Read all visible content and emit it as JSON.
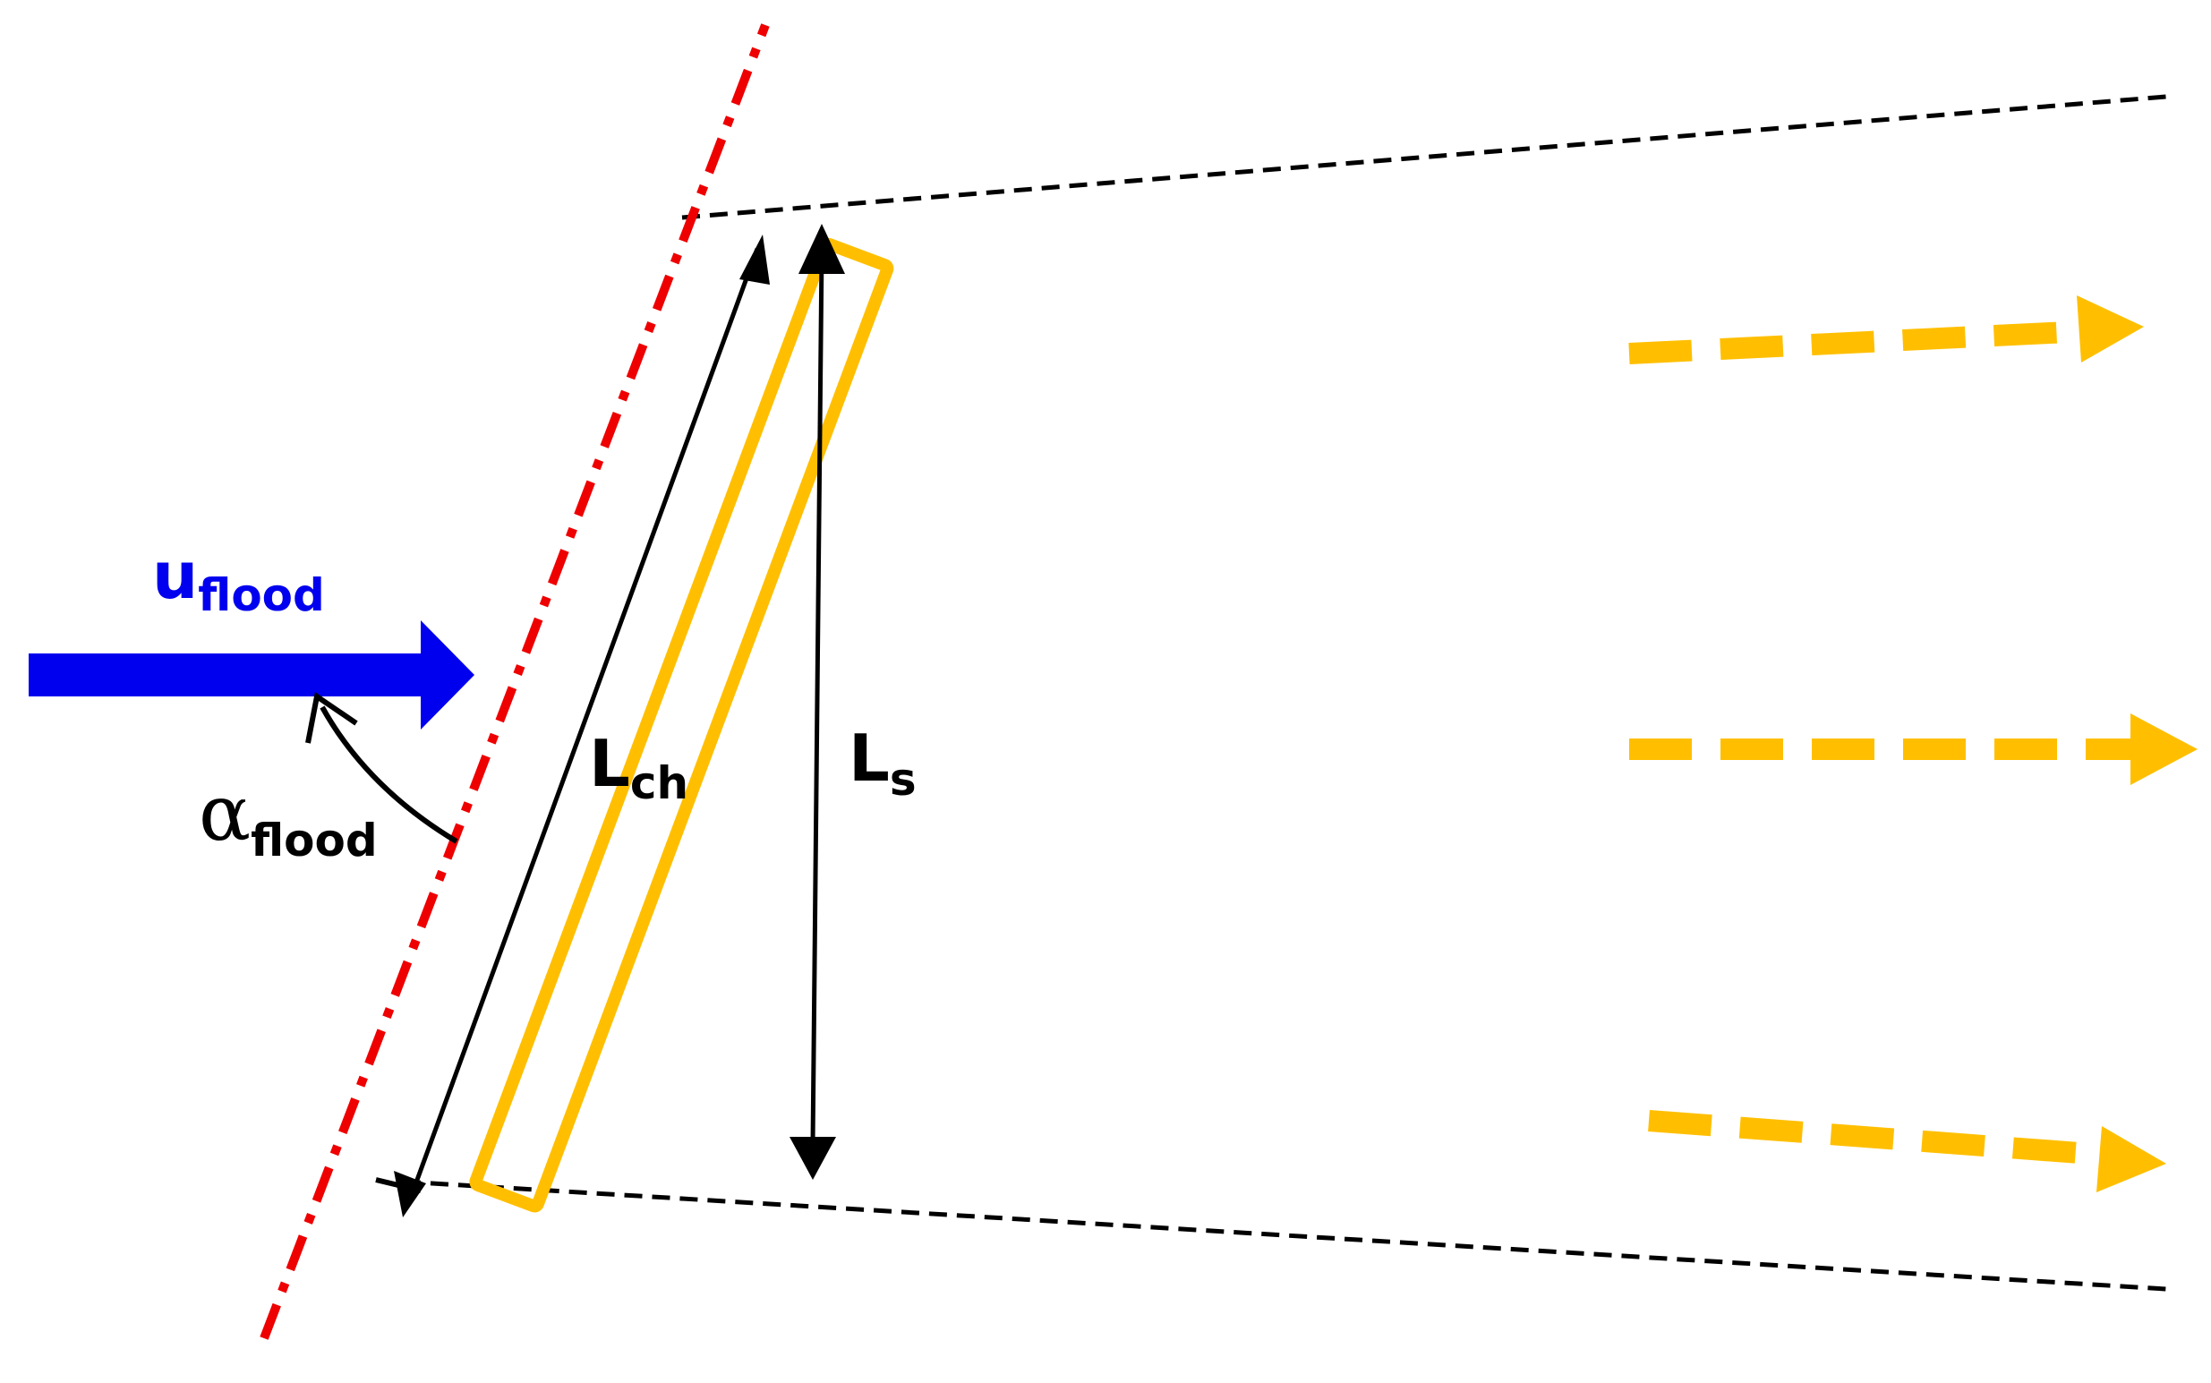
{
  "colors": {
    "flow": "#0000ee",
    "structure": "#ffbf00",
    "axis": "#ee0000",
    "line": "#000000",
    "background": "#ffffff"
  },
  "labels": {
    "u_flood": {
      "main": "u",
      "sub": "flood"
    },
    "alpha_flood": {
      "main": "α",
      "sub": "flood"
    },
    "L_ch": {
      "main": "L",
      "sub": "ch"
    },
    "L_s": {
      "main": "L",
      "sub": "s"
    }
  }
}
